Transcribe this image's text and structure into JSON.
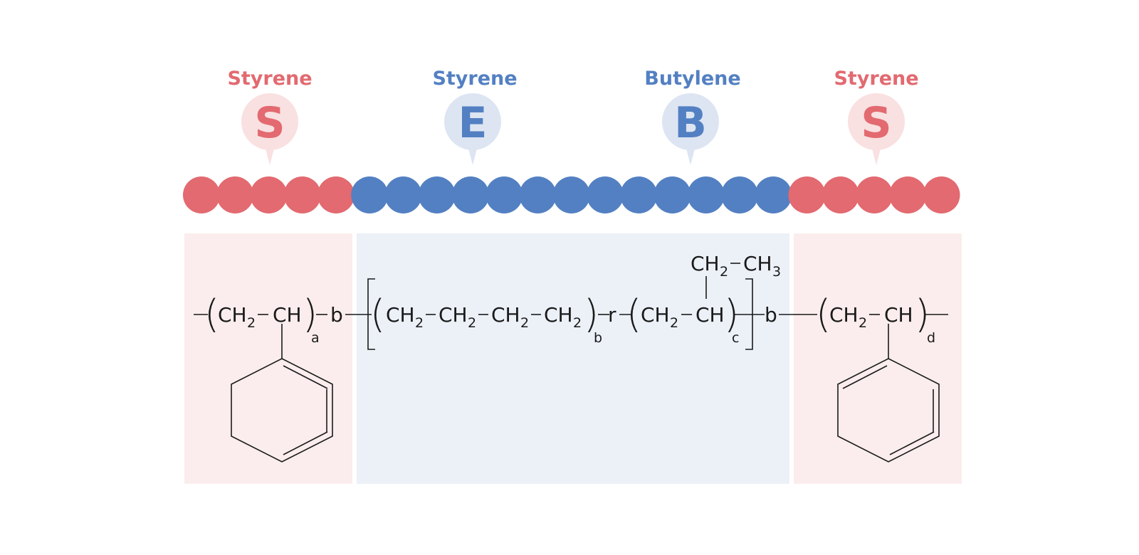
{
  "colors": {
    "styrene_red": "#e26a70",
    "styrene_red_bg": "#fbeded",
    "styrene_red_bubble": "#f9e0e1",
    "blue": "#5380c2",
    "blue_bg": "#ecf1f8",
    "blue_bubble": "#dde5f2"
  },
  "blocks": [
    {
      "label": "Styrene",
      "letter": "S",
      "color": "red"
    },
    {
      "label": "Styrene",
      "letter": "E",
      "color": "blue"
    },
    {
      "label": "Butylene",
      "letter": "B",
      "color": "blue"
    },
    {
      "label": "Styrene",
      "letter": "S",
      "color": "red"
    }
  ],
  "chain": {
    "red_start": 5,
    "blue_middle": 13,
    "red_end": 5
  },
  "formula": {
    "ch2": "CH",
    "ch": "CH",
    "ch3": "CH",
    "two": "2",
    "three": "3",
    "b_text": "b",
    "r_text": "r",
    "sub_a": "a",
    "sub_b": "b",
    "sub_c": "c",
    "sub_d": "d"
  }
}
